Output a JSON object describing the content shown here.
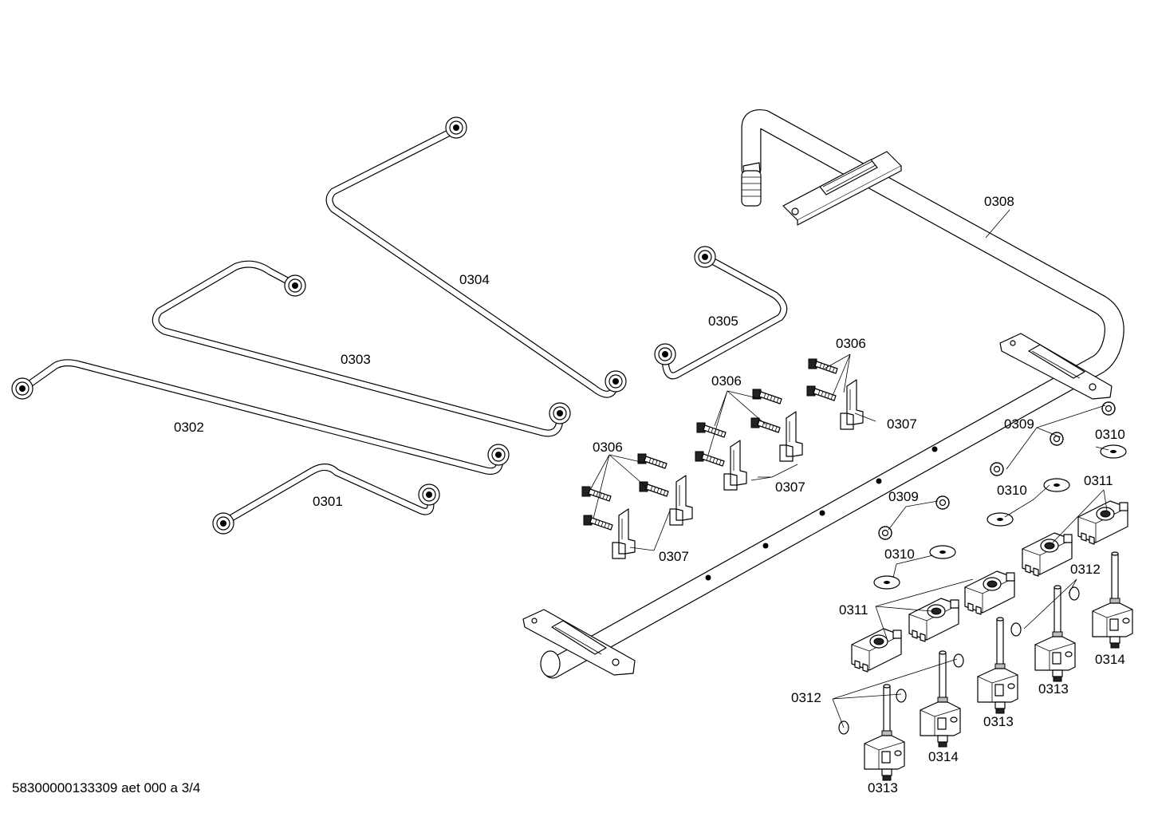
{
  "labels": {
    "l0301": "0301",
    "l0302": "0302",
    "l0303": "0303",
    "l0304": "0304",
    "l0305": "0305",
    "l0306a": "0306",
    "l0306b": "0306",
    "l0306c": "0306",
    "l0307a": "0307",
    "l0307b": "0307",
    "l0307c": "0307",
    "l0308": "0308",
    "l0309a": "0309",
    "l0309b": "0309",
    "l0310a": "0310",
    "l0310b": "0310",
    "l0310c": "0310",
    "l0311a": "0311",
    "l0311b": "0311",
    "l0312a": "0312",
    "l0312b": "0312",
    "l0313a": "0313",
    "l0313b": "0313",
    "l0313c": "0313",
    "l0314a": "0314",
    "l0314b": "0314"
  },
  "footer": "58300000133309 aet 000 a 3/4"
}
